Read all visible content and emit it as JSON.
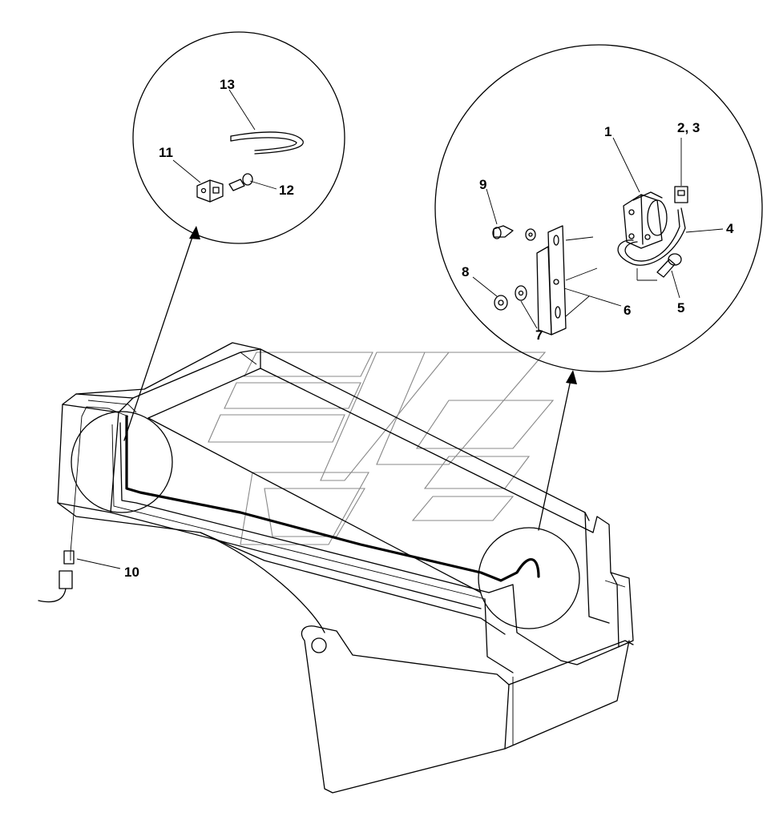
{
  "callouts": {
    "c1": "1",
    "c23": "2, 3",
    "c4": "4",
    "c5": "5",
    "c6": "6",
    "c7": "7",
    "c8": "8",
    "c9": "9",
    "c10": "10",
    "c11": "11",
    "c12": "12",
    "c13": "13"
  },
  "colors": {
    "line": "#000000",
    "background": "#ffffff",
    "watermark": "#888888"
  }
}
